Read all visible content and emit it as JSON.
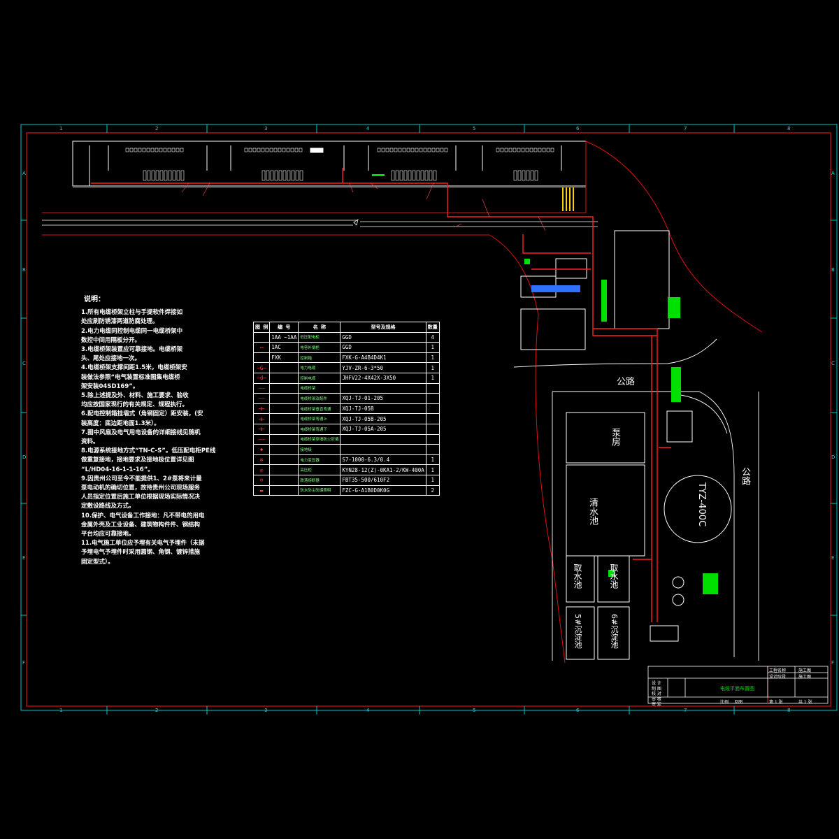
{
  "grid": {
    "columns": [
      "1",
      "2",
      "3",
      "4",
      "5",
      "6",
      "7",
      "8"
    ],
    "rows": [
      "A",
      "B",
      "C",
      "D",
      "E",
      "F"
    ]
  },
  "notes": {
    "heading": "说明：",
    "items": [
      "1.所有电缆桥架立柱与手提软件焊接如\n处应刷防锈漆两道防腐处理。",
      "2.电力电缆同控制电缆同一电缆桥架中\n数控中间用隔板分开。",
      "3.电缆桥架装置应可靠接地。电缆桥架\n头、尾处应接地一次。",
      "4.电缆桥架支撑间距1.5米，电缆桥架安\n装做法参照“电气装置标准图集电缆桥\n架安装04SD169”。",
      "5.除上述提及外、材料、施工要求、验收\n均应按国家现行的有关规定、规程执行。",
      "6.配电控制箱挂墙式（角钢固定）距安装，(安\n装高度：底边距地面1.3米）。",
      "7.图中风扇及电气用电设备的详细接线见随机\n资料。",
      "8.电源系统接地方式“TN-C-S”。低压配电柜PE线\n做重复接地，接地要求及接地极位置详见图\n“L/HD04-16-1-1-16”。",
      "9.因贵州公司至今不能提供1、2#泵将来计量\n泵电动机的确切位置，故待贵州公司现场服务\n人员指定位置后施工单位根据现场实际情况决\n定敷设路线及方式。",
      "10.保护、电气设备工作接地：凡不带电的用电\n金属外壳及工业设备、建筑物构件件、钢结构\n平台均应可靠接地。",
      "11.电气施工单位应予埋有关电气予埋件（未据\n予埋电气予埋件时采用圆钢、角钢、镀锌措施\n固定型式）。"
    ]
  },
  "legend": {
    "headers": [
      "图 例",
      "编 号",
      "名 称",
      "型号及规格",
      "数量"
    ],
    "rows": [
      {
        "sym": "",
        "code": "1AA ~1AA",
        "name": "低压配电柜",
        "model": "GGD",
        "qty": "4"
      },
      {
        "sym": "▭",
        "code": "1AC",
        "name": "电容补偿柜",
        "model": "GGD",
        "qty": "1"
      },
      {
        "sym": "",
        "code": "FXK",
        "name": "控制箱",
        "model": "FXK-G-A4B4D4K1",
        "qty": "1"
      },
      {
        "sym": "—G—",
        "code": "",
        "name": "电力电缆",
        "model": "YJV-ZR-6-3*50",
        "qty": "1"
      },
      {
        "sym": "—d—",
        "code": "",
        "name": "控制电缆",
        "model": "JHFV22-4X42X-3X50",
        "qty": "1"
      },
      {
        "sym": "——",
        "code": "",
        "name": "电缆桥架",
        "model": "",
        "qty": ""
      },
      {
        "sym": "——",
        "code": "",
        "name": "电缆桥架及配件",
        "model": "XQJ-TJ-01-205",
        "qty": ""
      },
      {
        "sym": "⊣⊢",
        "code": "",
        "name": "电缆桥架垂直弯通",
        "model": "XQJ-TJ-05B",
        "qty": ""
      },
      {
        "sym": "⊣⊢",
        "code": "",
        "name": "电缆桥架弯通上",
        "model": "XQJ-TJ-05B-205",
        "qty": ""
      },
      {
        "sym": "⊣⊢",
        "code": "",
        "name": "电缆桥架弯通下",
        "model": "XQJ-TJ-05A-205",
        "qty": ""
      },
      {
        "sym": "——",
        "code": "",
        "name": "电缆桥架穿墙防火封堵",
        "model": "",
        "qty": ""
      },
      {
        "sym": "◆",
        "code": "",
        "name": "接地极",
        "model": "",
        "qty": ""
      },
      {
        "sym": "⊗",
        "code": "",
        "name": "电力变压器",
        "model": "S7-1000-6.3/0.4",
        "qty": "1"
      },
      {
        "sym": "◎",
        "code": "",
        "name": "高压柜",
        "model": "KYN28-12(Z)-0KA1-2/KW-400A",
        "qty": "1"
      },
      {
        "sym": "⊖",
        "code": "",
        "name": "跌落熔断器",
        "model": "FBT35-500/610F2",
        "qty": "1"
      },
      {
        "sym": "▬",
        "code": "",
        "name": "防水防尘防爆照明",
        "model": "FZC-G-A1B0D0K0G",
        "qty": "2"
      }
    ]
  },
  "site_labels": {
    "road_1": "公路",
    "road_2": "公路",
    "tank": "TYZ-400C",
    "pump_house": "泵房",
    "clear_pool": "清水池",
    "intake_1": "取水池",
    "intake_2": "取水池",
    "sand_1": "5#沉淀池",
    "sand_2": "6#沉淀池"
  },
  "title_block": {
    "drawing_title": "电缆平面布置图",
    "left_rows": [
      "设 计",
      "制 图",
      "校 对",
      "审 核",
      "审 定"
    ],
    "right_top": [
      "工程名称",
      "设计阶段"
    ],
    "right_top_vals": [
      "施工图",
      "施工图"
    ],
    "bottom": [
      "比例",
      "见图",
      "第 1 张",
      "共 1 张"
    ]
  }
}
